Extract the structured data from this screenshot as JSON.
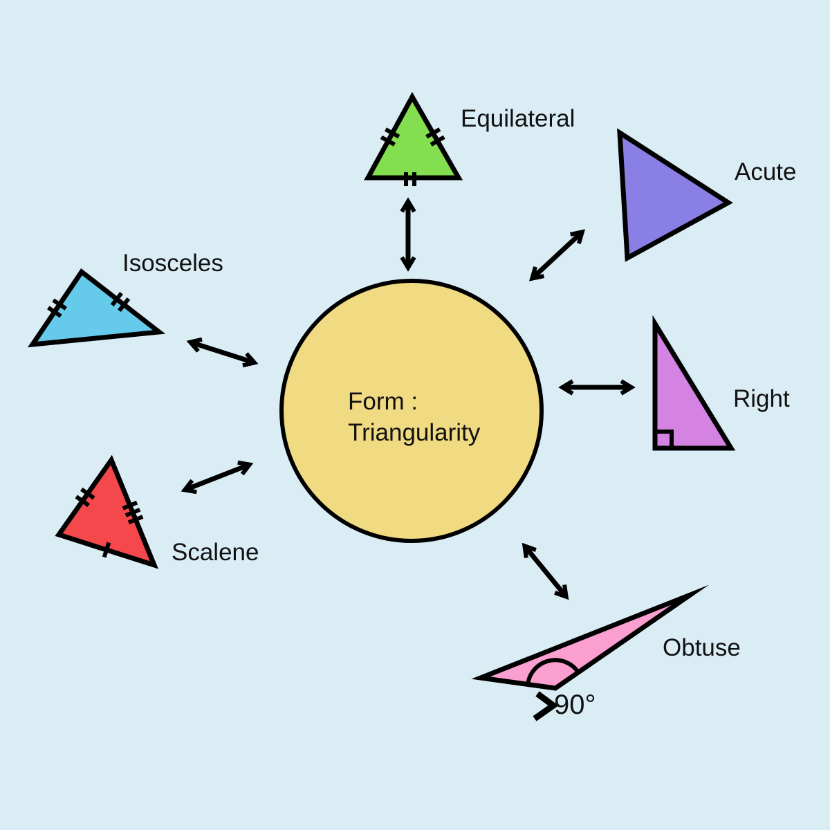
{
  "colors": {
    "background": "#DAEDF5",
    "outline": "#000000",
    "center_fill": "#F0DB82",
    "equilateral_fill": "#84DF50",
    "acute_fill": "#8A7FE4",
    "right_fill": "#D583E2",
    "obtuse_fill": "#FB9FD1",
    "scalene_fill": "#F4484C",
    "isosceles_fill": "#66CBEB"
  },
  "center": {
    "line1": "Form :",
    "line2": "Triangularity"
  },
  "labels": {
    "equilateral": "Equilateral",
    "acute": "Acute",
    "right": "Right",
    "obtuse": "Obtuse",
    "scalene": "Scalene",
    "isosceles": "Isosceles"
  },
  "obtuse_angle": {
    "prefix": ">",
    "value": "90°"
  }
}
